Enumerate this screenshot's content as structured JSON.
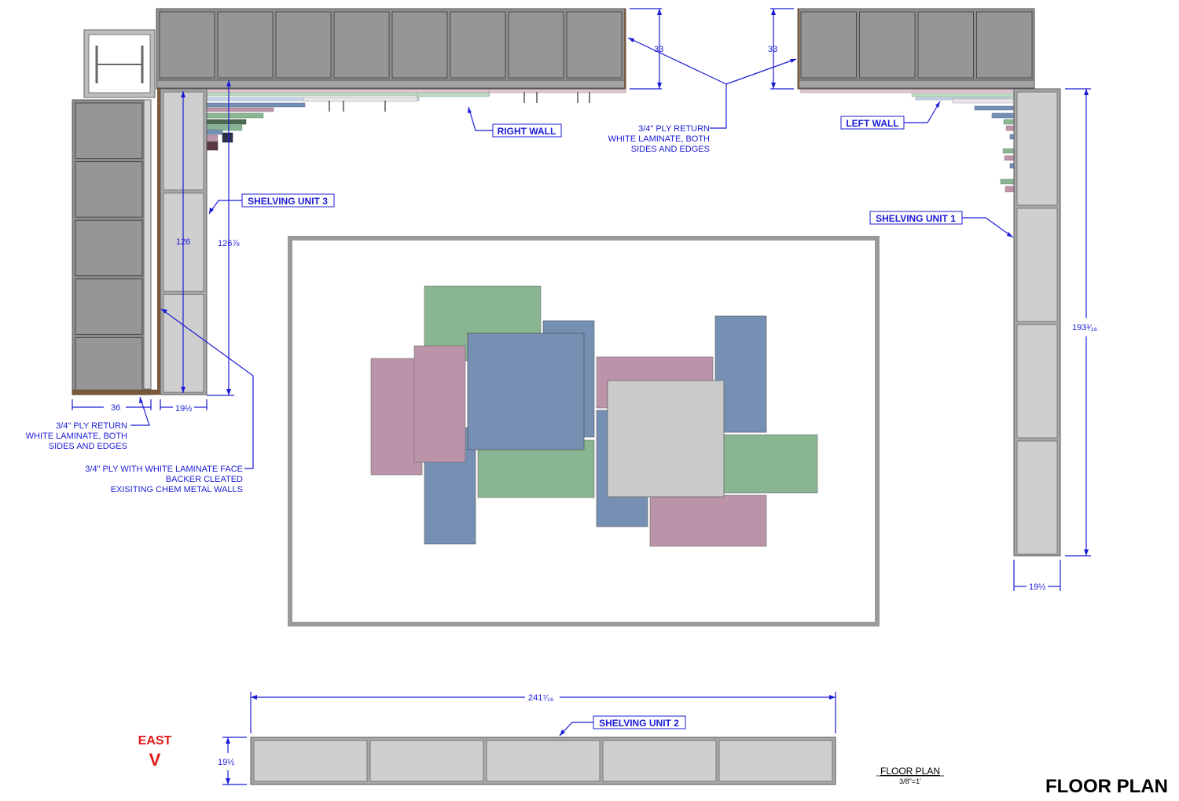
{
  "drawing_title": "FLOOR PLAN",
  "plan_label": "FLOOR PLAN",
  "scale": "3/8\"=1'",
  "orientation": {
    "label": "EAST",
    "arrow": "V"
  },
  "wall_labels": {
    "right_wall": "RIGHT WALL",
    "left_wall": "LEFT WALL"
  },
  "units": {
    "shelving_1": "SHELVING UNIT 1",
    "shelving_2": "SHELVING UNIT 2",
    "shelving_3": "SHELVING UNIT 3"
  },
  "dimensions": {
    "right_wall_depth": "33",
    "left_wall_depth": "33",
    "unit3_inner": "126",
    "unit3_outer": "126⅞",
    "left_cabinet_width": "36",
    "unit3_depth": "19½",
    "unit1_length": "193¹⁄₁₆",
    "unit1_depth": "19½",
    "unit2_length": "241⁷⁄₁₆",
    "unit2_depth": "19½"
  },
  "notes": {
    "top_return": [
      "3/4\" PLY RETURN",
      "WHITE LAMINATE, BOTH",
      "SIDES AND EDGES"
    ],
    "left_return": [
      "3/4\" PLY RETURN",
      "WHITE LAMINATE, BOTH",
      "SIDES AND EDGES"
    ],
    "ply_face": [
      "3/4\" PLY WITH WHITE LAMINATE FACE",
      "BACKER CLEATED",
      "EXISITING CHEM METAL WALLS"
    ]
  },
  "colors": {
    "annotation": "#1b1bd6",
    "east": "#e01818",
    "green": "#8ab592",
    "blue": "#7690b3",
    "pink": "#bb94aa",
    "grey": "#cacaca"
  }
}
